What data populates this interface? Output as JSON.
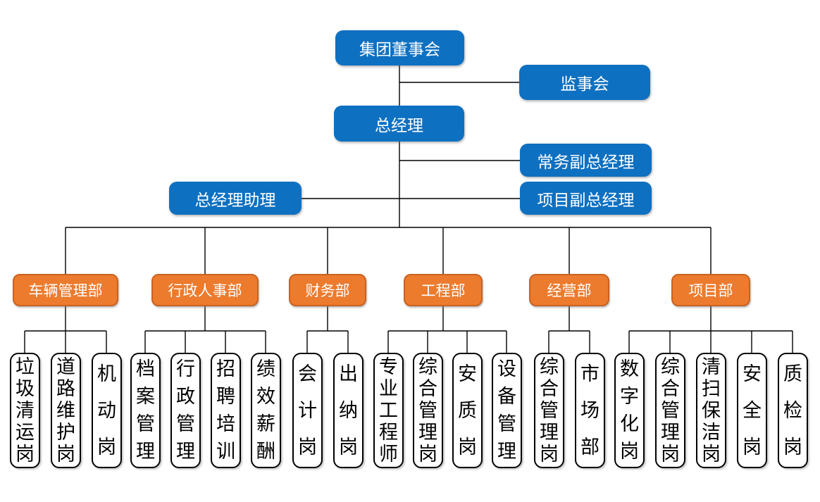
{
  "org": {
    "top": {
      "board": "集团董事会",
      "supervisory": "监事会",
      "general_manager": "总经理",
      "executive_deputy_gm": "常务副总经理",
      "gm_assistant": "总经理助理",
      "project_deputy_gm": "项目副总经理"
    },
    "departments": [
      {
        "label": "车辆管理部",
        "posts": [
          "垃圾清运岗",
          "道路维护岗",
          "机动岗"
        ]
      },
      {
        "label": "行政人事部",
        "posts": [
          "档案管理",
          "行政管理",
          "招聘培训",
          "绩效薪酬"
        ]
      },
      {
        "label": "财务部",
        "posts": [
          "会计岗",
          "出纳岗"
        ]
      },
      {
        "label": "工程部",
        "posts": [
          "专业工程师",
          "综合管理岗",
          "安质岗",
          "设备管理"
        ]
      },
      {
        "label": "经营部",
        "posts": [
          "综合管理岗",
          "市场部"
        ]
      },
      {
        "label": "项目部",
        "posts": [
          "数字化岗",
          "综合管理岗",
          "清扫保洁岗",
          "安全岗",
          "质检岗"
        ]
      }
    ],
    "colors": {
      "primary_blue": "#0E70C1",
      "accent_orange": "#EC7B2E",
      "orange_border": "#C96221",
      "connector": "#000000",
      "leaf_background": "#FFFFFF",
      "leaf_border": "#000000",
      "leaf_text": "#000000",
      "text_on_fill": "#FFFFFF"
    }
  }
}
